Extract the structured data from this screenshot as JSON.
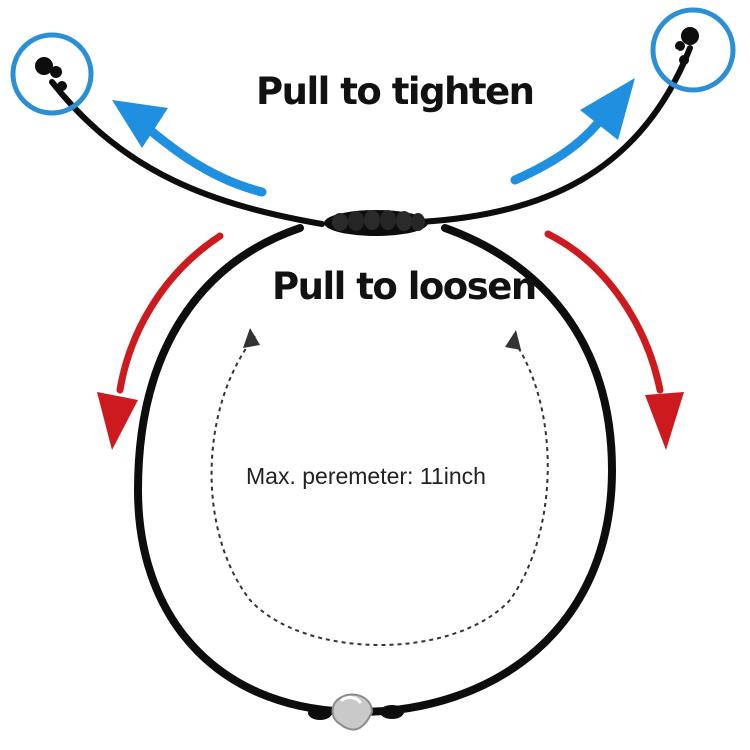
{
  "labels": {
    "pull_to_tighten": "Pull to tighten",
    "pull_to_loosen": "Pull to loosen",
    "max_perimeter": "Max. peremeter: 11inch"
  },
  "colors": {
    "cord": "#0d0d0d",
    "tighten_arrow": "#1f8fe0",
    "loosen_arrow": "#cc1a1f",
    "highlight_circle": "#2b8fd6",
    "dashed_guide": "#333333",
    "charm": "#c9c9c9"
  },
  "icons": {
    "charm": "heart-charm-icon"
  }
}
